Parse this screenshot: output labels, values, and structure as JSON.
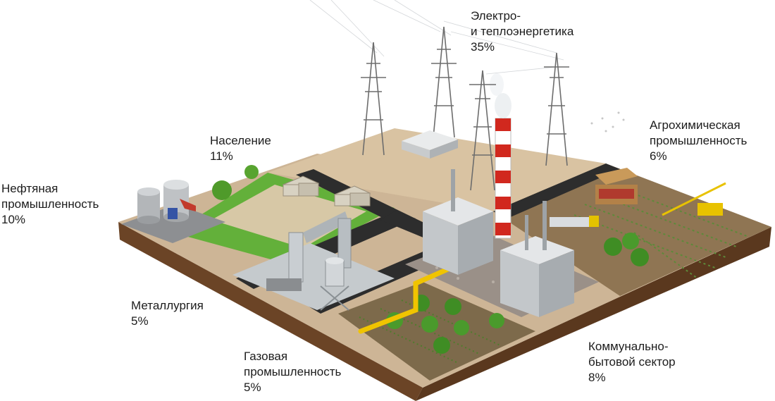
{
  "chart_data": {
    "type": "pie",
    "title": "",
    "unit": "%",
    "categories": [
      "Электро- и теплоэнергетика",
      "Население",
      "Нефтяная промышленность",
      "Агрохимическая промышленность",
      "Металлургия",
      "Газовая промышленность",
      "Коммунально-бытовой сектор"
    ],
    "values": [
      35,
      11,
      10,
      6,
      5,
      5,
      8
    ]
  },
  "labels": {
    "power": {
      "line1": "Электро-",
      "line2": "и теплоэнергетика",
      "value": "35%"
    },
    "population": {
      "line1": "Население",
      "value": "11%"
    },
    "oil": {
      "line1": "Нефтяная",
      "line2": "промышленность",
      "value": "10%"
    },
    "agro": {
      "line1": "Агрохимическая",
      "line2": "промышленность",
      "value": "6%"
    },
    "metal": {
      "line1": "Металлургия",
      "value": "5%"
    },
    "gas": {
      "line1": "Газовая",
      "line2": "промышленность",
      "value": "5%"
    },
    "communal": {
      "line1": "Коммунально-",
      "line2": "бытовой сектор",
      "value": "8%"
    }
  },
  "colors": {
    "soil": "#7a4f2b",
    "soil_dark": "#4e3018",
    "pavement": "#d8c5a8",
    "grass": "#5fae36",
    "field": "#8c7352",
    "road": "#2b2b2b",
    "metal": "#b9bcbf",
    "chimney_red": "#d1281e",
    "pipe_yellow": "#f2c200",
    "tower": "#6d6d6d"
  }
}
